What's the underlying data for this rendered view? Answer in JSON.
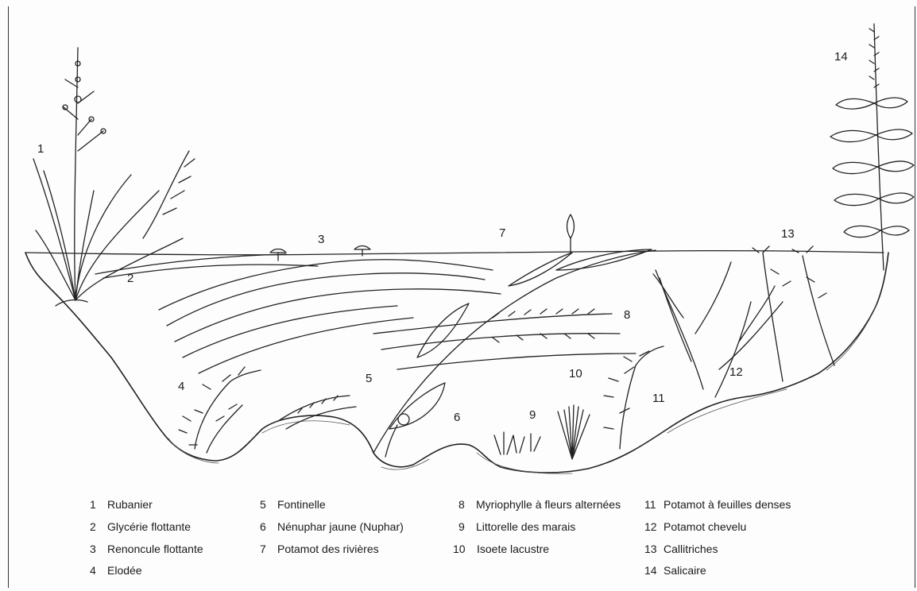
{
  "diagram": {
    "callouts": [
      "1",
      "2",
      "3",
      "4",
      "5",
      "6",
      "7",
      "8",
      "9",
      "10",
      "11",
      "12",
      "13",
      "14"
    ],
    "legend": [
      {
        "n": "1",
        "label": "Rubanier"
      },
      {
        "n": "2",
        "label": "Glycérie flottante"
      },
      {
        "n": "3",
        "label": "Renoncule flottante"
      },
      {
        "n": "4",
        "label": "Elodée"
      },
      {
        "n": "5",
        "label": "Fontinelle"
      },
      {
        "n": "6",
        "label": "Nénuphar jaune (Nuphar)"
      },
      {
        "n": "7",
        "label": "Potamot des rivières"
      },
      {
        "n": "8",
        "label": "Myriophylle à fleurs alternées"
      },
      {
        "n": "9",
        "label": "Littorelle des marais"
      },
      {
        "n": "10",
        "label": "Isoete lacustre"
      },
      {
        "n": "11",
        "label": "Potamot à feuilles denses"
      },
      {
        "n": "12",
        "label": "Potamot chevelu"
      },
      {
        "n": "13",
        "label": "Callitriches"
      },
      {
        "n": "14",
        "label": "Salicaire"
      }
    ]
  }
}
